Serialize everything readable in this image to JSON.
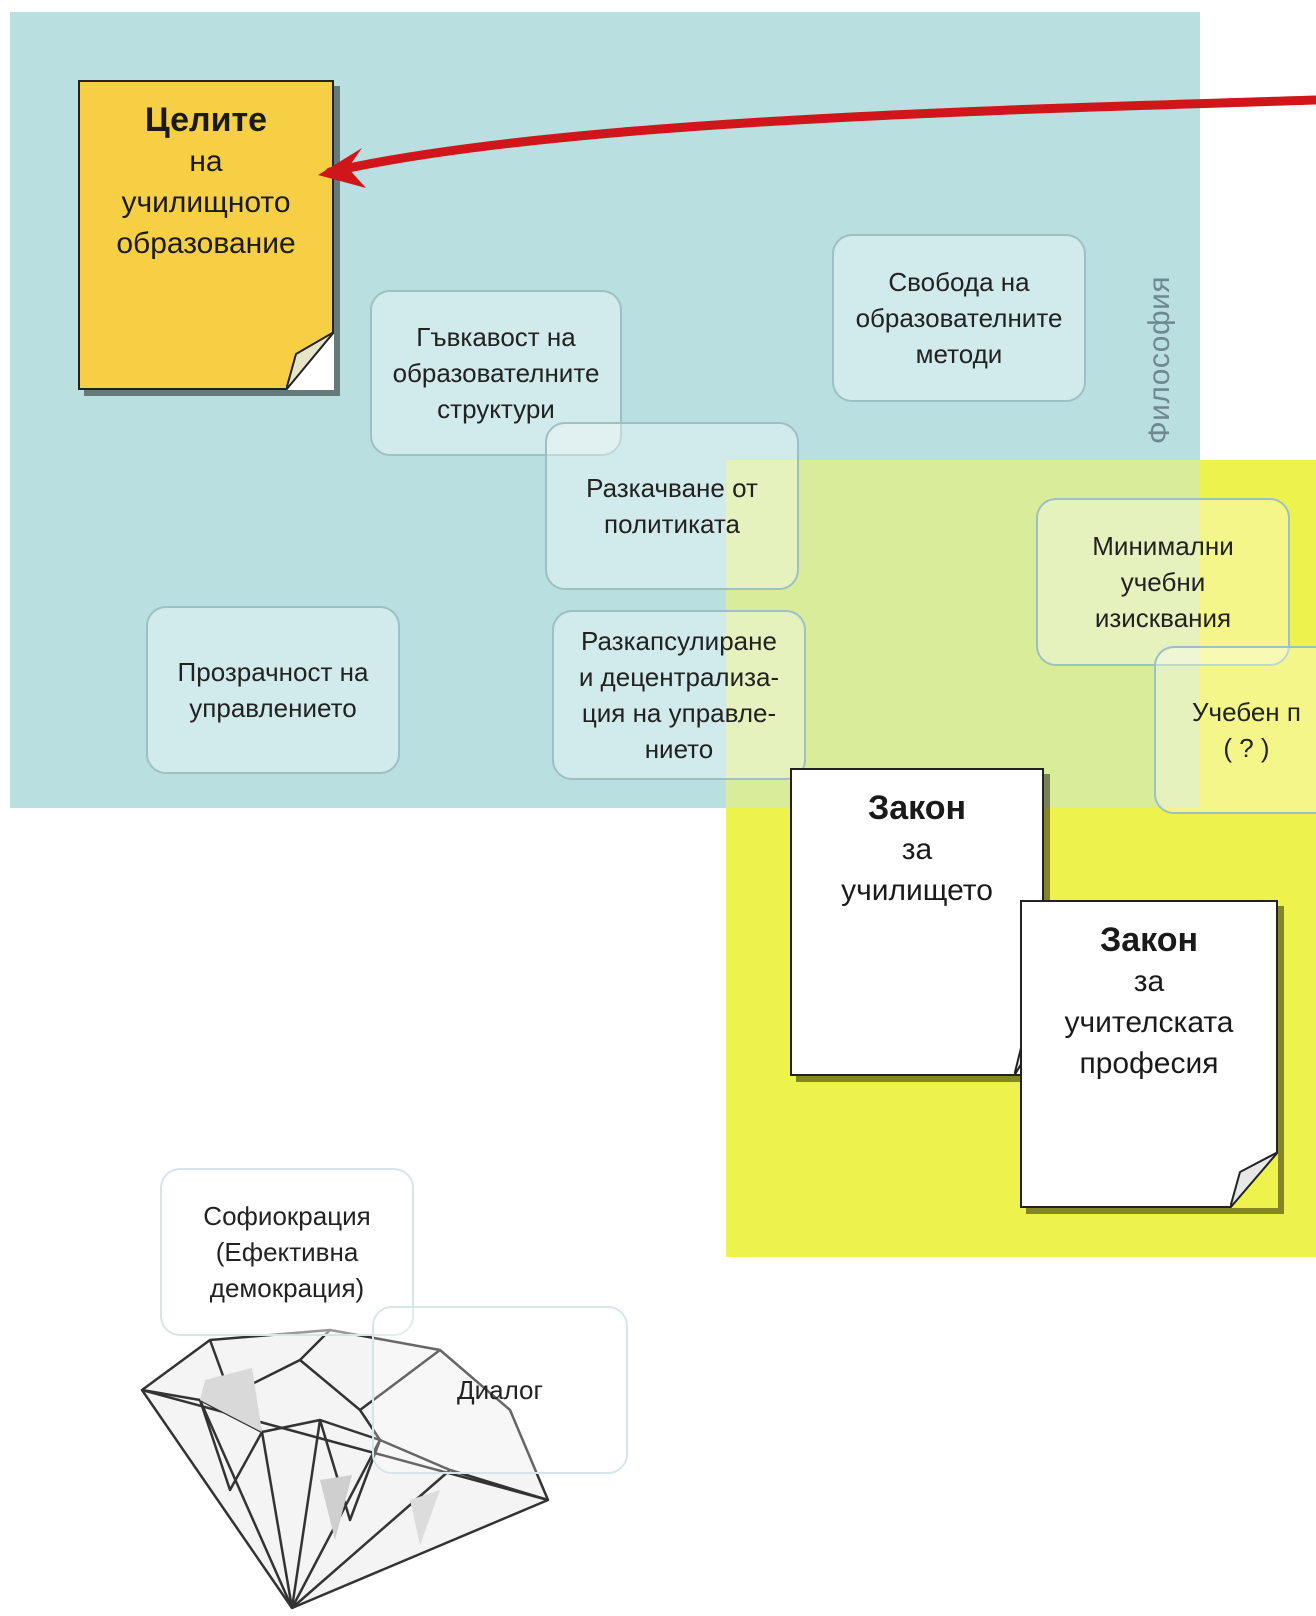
{
  "regions": {
    "blue_color": "#b9dfe0",
    "yellow_color": "#eef24c",
    "vertical_label": "Философия"
  },
  "notes": {
    "goals": {
      "title": "Целите",
      "line2": "на",
      "line3": "училищното",
      "line4": "образование"
    },
    "school_law": {
      "title": "Закон",
      "line2": "за",
      "line3": "училището"
    },
    "teacher_law": {
      "title": "Закон",
      "line2": "за",
      "line3": "учителската",
      "line4": "професия"
    }
  },
  "boxes": {
    "flexibility": "Гъвкавост на\nобразователните\nструктури",
    "freedom": "Свобода на\nобразователните\nметоди",
    "politics": "Разкачване от\nполитиката",
    "transparency": "Прозрачност на\nуправлението",
    "decentral": "Разкапсулиране\nи децентрализа-\nция на управле-\nнието",
    "minimal": "Минимални\nучебни\nизисквания",
    "curriculum": "Учебен п\n( ? )",
    "sophiocracy": "Софиокрация\n(Ефективна\nдемокрация)",
    "dialog": "Диалог"
  },
  "colors": {
    "arrow": "#d0161b",
    "goal_note": "#f6cf45"
  }
}
